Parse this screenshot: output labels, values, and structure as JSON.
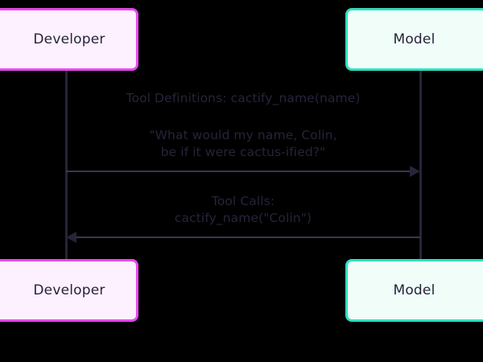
{
  "diagram": {
    "type": "sequence-diagram",
    "background_color": "#000000",
    "participants": [
      {
        "id": "developer",
        "label": "Developer",
        "fill_color": "#fdf0ff",
        "border_color": "#e846f0",
        "text_color": "#262439"
      },
      {
        "id": "model",
        "label": "Model",
        "fill_color": "#f0fdf9",
        "border_color": "#2ee0c0",
        "text_color": "#262439"
      }
    ],
    "lifeline_color": "#262439",
    "arrow_color": "#262439",
    "message_text_color": "#262439",
    "messages": [
      {
        "id": "message-1",
        "from": "developer",
        "to": "model",
        "direction": "right",
        "lines": [
          "Tool Definitions: cactify_name(name)",
          "\"What would my name, Colin,",
          "be if it were cactus-ified?\""
        ],
        "label_definitions": "Tool Definitions: cactify_name(name)",
        "label_prompt_line1": "\"What would my name, Colin,",
        "label_prompt_line2": "be if it were cactus-ified?\""
      },
      {
        "id": "message-2",
        "from": "model",
        "to": "developer",
        "direction": "left",
        "lines": [
          "Tool Calls:",
          "cactify_name(\"Colin\")"
        ],
        "label_line1": "Tool Calls:",
        "label_line2": "cactify_name(\"Colin\")"
      }
    ]
  }
}
